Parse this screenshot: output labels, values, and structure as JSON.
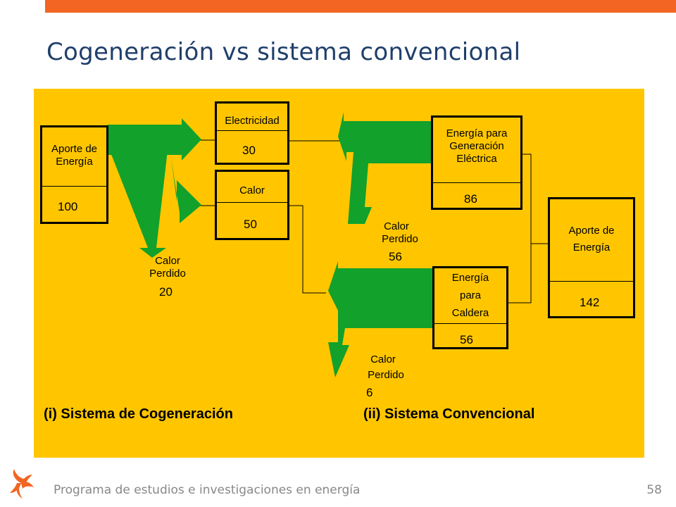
{
  "slide": {
    "title": "Cogeneración vs sistema convencional",
    "footer": "Programa de estudios e investigaciones en energía",
    "page_number": "58"
  },
  "colors": {
    "accent_bar": "#f26522",
    "title": "#1f3f6b",
    "panel_background": "#ffc600",
    "arrow_fill": "#12a12a",
    "footer_text": "#888888"
  },
  "diagram": {
    "cogeneration": {
      "caption": "(i) Sistema de Cogeneración",
      "input": {
        "label_1": "Aporte de",
        "label_2": "Energía",
        "value": "100"
      },
      "electricity": {
        "label": "Electricidad",
        "value": "30"
      },
      "heat": {
        "label": "Calor",
        "value": "50"
      },
      "loss": {
        "label_1": "Calor",
        "label_2": "Perdido",
        "value": "20"
      }
    },
    "conventional": {
      "caption": "(ii) Sistema Convencional",
      "power_generation": {
        "label_1": "Energía para",
        "label_2": "Generación",
        "label_3": "Eléctrica",
        "value": "86"
      },
      "power_loss": {
        "label_1": "Calor",
        "label_2": "Perdido",
        "value": "56"
      },
      "boiler": {
        "label_1": "Energía",
        "label_2": "para",
        "label_3": "Caldera",
        "value": "56"
      },
      "boiler_loss": {
        "label_1": "Calor",
        "label_2": "Perdido",
        "value": "6"
      },
      "input": {
        "label_1": "Aporte de",
        "label_2": "Energía",
        "value": "142"
      }
    }
  }
}
